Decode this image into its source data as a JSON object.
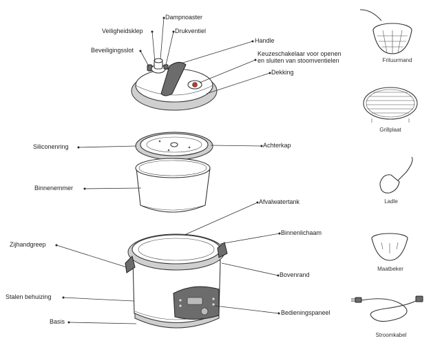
{
  "labels": {
    "dampr": "Dampnoaster",
    "veilig": "Veiligheidsklep",
    "druk": "Drukventiel",
    "beveil": "Beveiligingsslot",
    "handle": "Handle",
    "keuze1": "Keuzeschakelaar voor openen",
    "keuze2": "en sluiten van stoomventielen",
    "dekking": "Dekking",
    "silicone": "Siliconenring",
    "achter": "Achterkap",
    "binnenemmer": "Binnenemmer",
    "afval": "Afvalwatertank",
    "binnenlich": "Binnenlichaam",
    "zijhand": "Zijhandgreep",
    "bovenrand": "Bovenrand",
    "stalen": "Stalen behuizing",
    "bedien": "Bedieningspaneel",
    "basis": "Basis"
  },
  "accessories": {
    "frituur": "Frituurmand",
    "grill": "Grillplaat",
    "ladle": "Ladle",
    "maat": "Maatbeker",
    "stroom": "Stroomkabel"
  },
  "colors": {
    "line": "#333333",
    "valve": "#c0392b",
    "lid_rim": "#cfcfcf",
    "handle": "#6c6c6c"
  }
}
